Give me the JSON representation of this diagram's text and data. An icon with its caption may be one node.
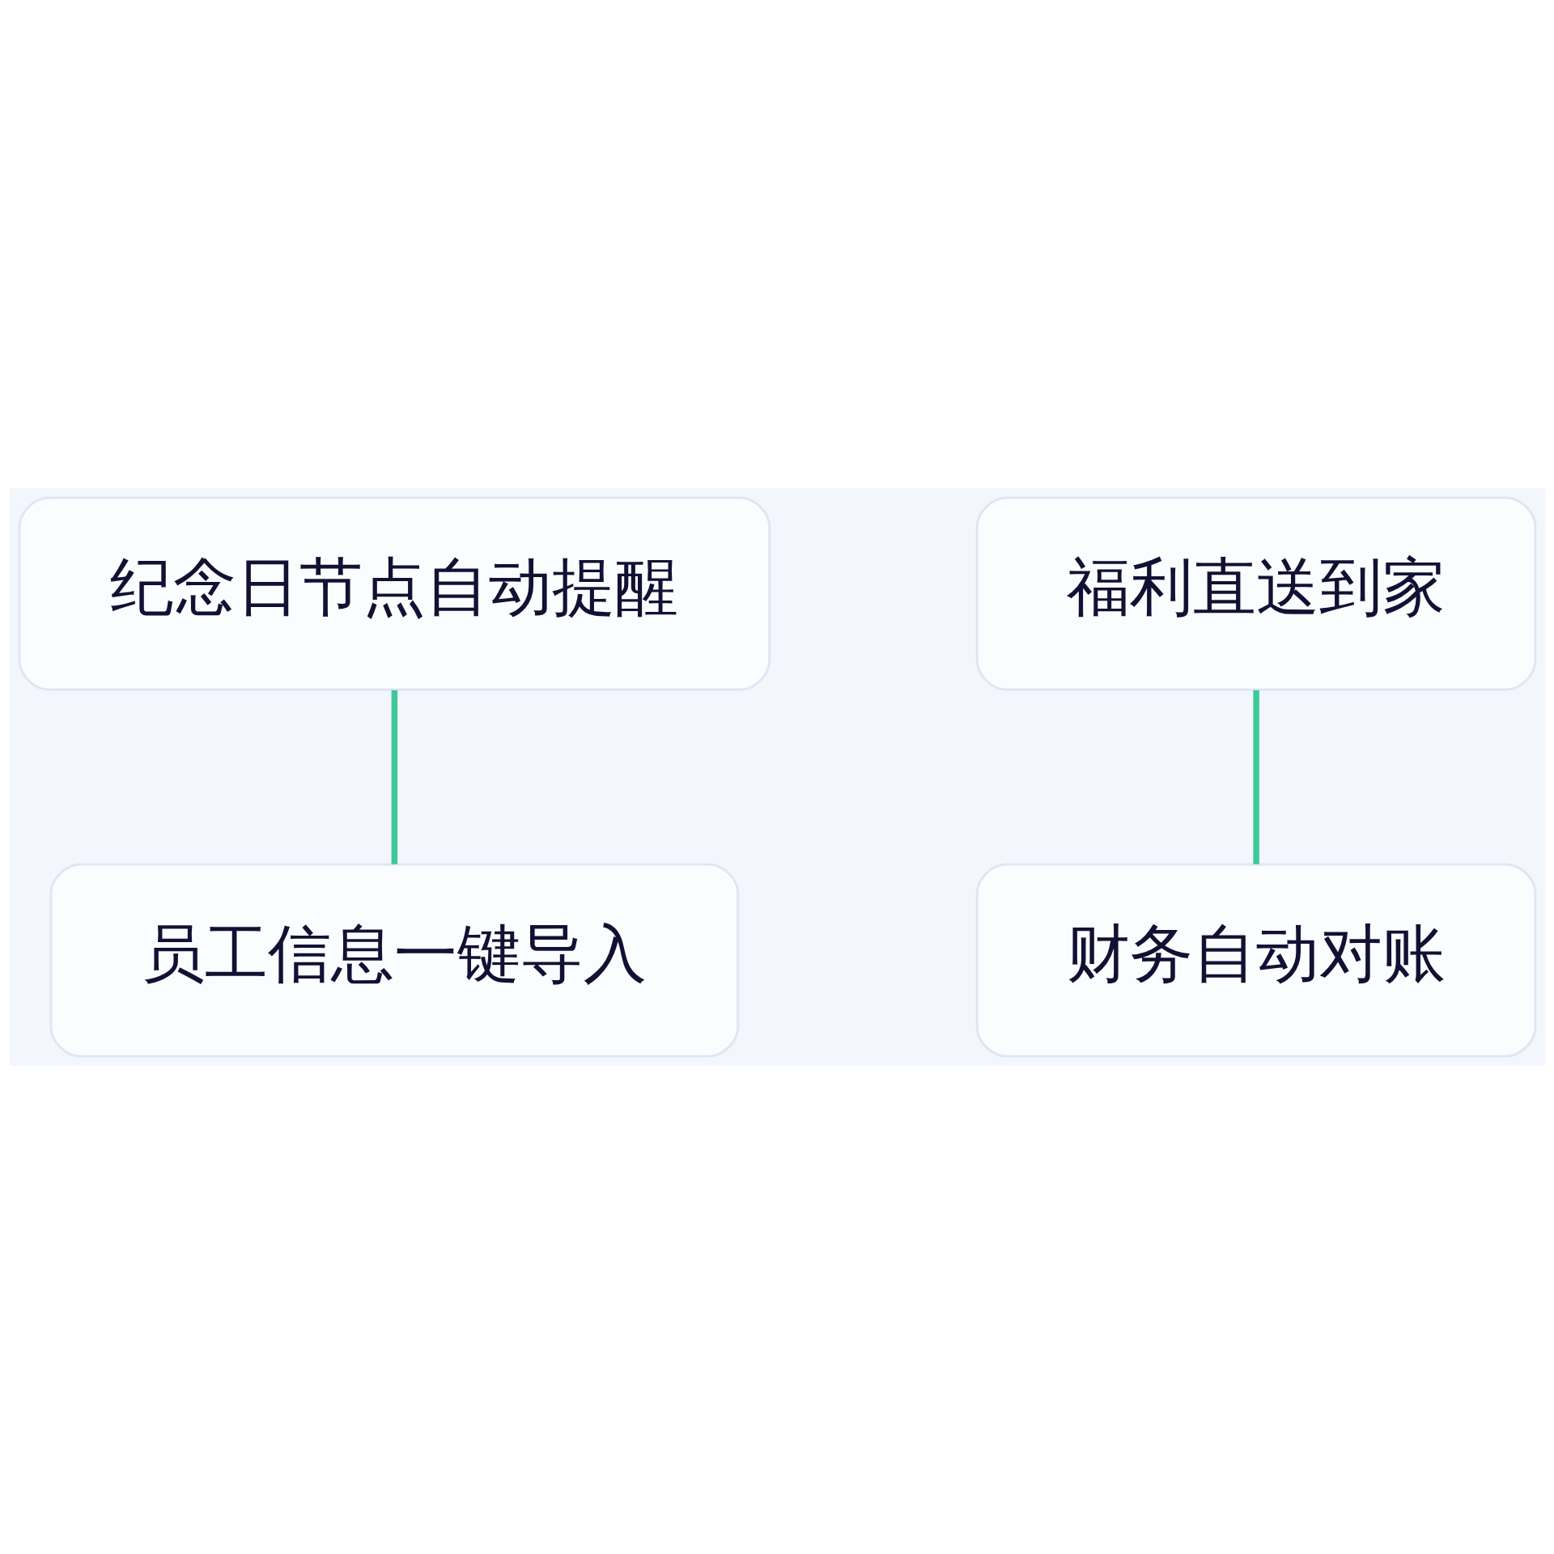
{
  "diagram": {
    "nodes": [
      {
        "text": [
          "纪念日节点自动提醒"
        ]
      },
      {
        "text": [
          "员工信息一键导入"
        ]
      },
      {
        "text": [
          "福利直送到家"
        ]
      },
      {
        "text": [
          "财务自动对账"
        ]
      }
    ],
    "edges": [
      {
        "from": 0,
        "to": 1,
        "arrow": "none",
        "color": "#3cc99a"
      },
      {
        "from": 2,
        "to": 3,
        "arrow": "none",
        "color": "#3cc99a"
      }
    ]
  }
}
